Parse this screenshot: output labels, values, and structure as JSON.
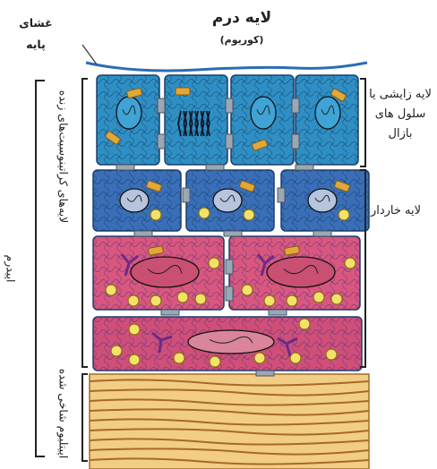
{
  "labels": {
    "dermis": "لایه درم",
    "corium": "(کوریوم)",
    "basement_membrane": "غشای پایه",
    "basal_layer": "لایه زایشی یا سلول های بازال",
    "spinous_layer": "لایه خاردار",
    "epidermis": "اپیدرم",
    "living_keratinocyte_layers": "لایه‌های کراتینوسیت‌های زنده",
    "stratum_corneum": "اپیتلیوم شاخی شده"
  },
  "colors": {
    "basal_cell": "#2f8fc4",
    "second_layer_cell": "#3a6fb8",
    "spinous_cell": "#d9577e",
    "upper_spinous_cell": "#cf4f78",
    "cornified": "#d9944a",
    "basement_line": "#2a6db5",
    "granule": "#f3e26a",
    "melanosome": "#e0a83a"
  }
}
